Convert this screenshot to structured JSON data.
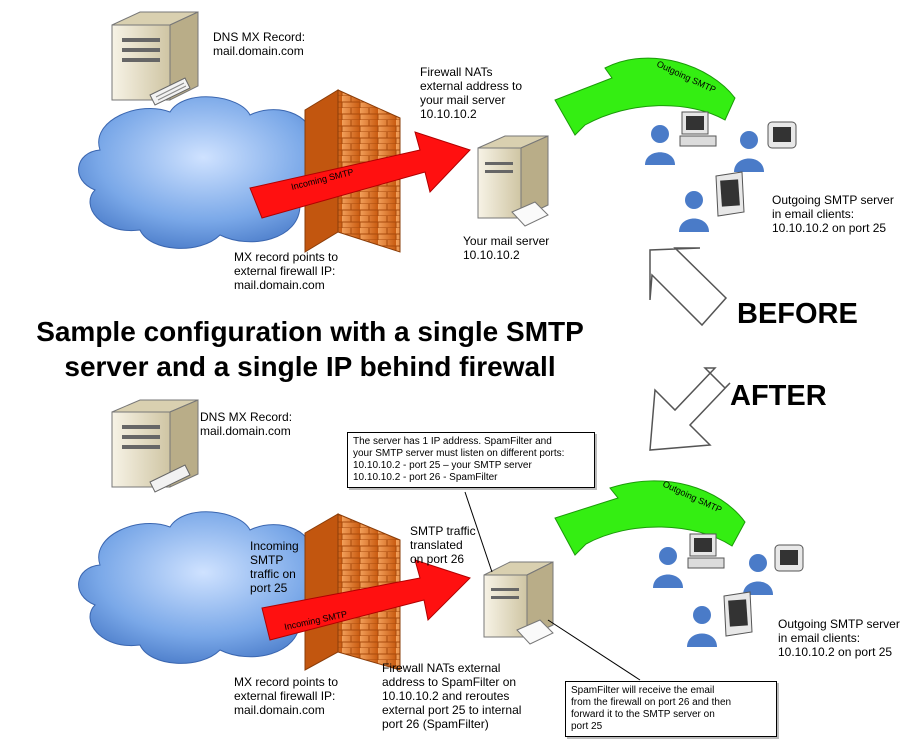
{
  "before": {
    "dns_label": "DNS MX Record:\nmail.domain.com",
    "firewall_nat_label": "Firewall NATs\nexternal address to\nyour mail server\n10.10.10.2",
    "incoming_arrow_label": "Incoming SMTP",
    "outgoing_arrow_label": "Outgoing SMTP",
    "mail_server_label": "Your mail server\n10.10.10.2",
    "mx_label": "MX record points to\nexternal firewall IP:\nmail.domain.com",
    "clients_label": "Outgoing SMTP server\nin email clients:\n10.10.10.2 on port 25"
  },
  "headline": "Sample configuration with a single SMTP\nserver and a single IP behind firewall",
  "before_heading": "BEFORE",
  "after_heading": "AFTER",
  "after": {
    "dns_label": "DNS MX Record:\nmail.domain.com",
    "server_callout": "The server has 1 IP address. SpamFilter and\nyour SMTP server must listen on different ports:\n10.10.10.2 - port 25 – your SMTP server\n10.10.10.2 - port 26 - SpamFilter",
    "smtp_translated_label": "SMTP traffic\ntranslated\non port 26",
    "incoming_traffic_label": "Incoming\nSMTP\ntraffic on\nport 25",
    "incoming_arrow_label": "Incoming SMTP",
    "outgoing_arrow_label": "Outgoing SMTP",
    "mx_label": "MX record points to\nexternal firewall IP:\nmail.domain.com",
    "firewall_nat_label": "Firewall NATs external\naddress to SpamFilter on\n10.10.10.2 and reroutes\nexternal port 25 to internal\nport 26 (SpamFilter)",
    "spamfilter_callout": "SpamFilter will receive the email\nfrom the firewall on port 26 and then\nforward it to the SMTP server on\nport 25",
    "clients_label": "Outgoing SMTP server\nin email clients:\n10.10.10.2 on port 25"
  },
  "colors": {
    "cloud": "#5b8ed6",
    "firewall": "#e8701c",
    "incoming_arrow": "#ff0000",
    "outgoing_arrow": "#33ee11",
    "server": "#e8e1c8",
    "person": "#4a7bc8"
  }
}
